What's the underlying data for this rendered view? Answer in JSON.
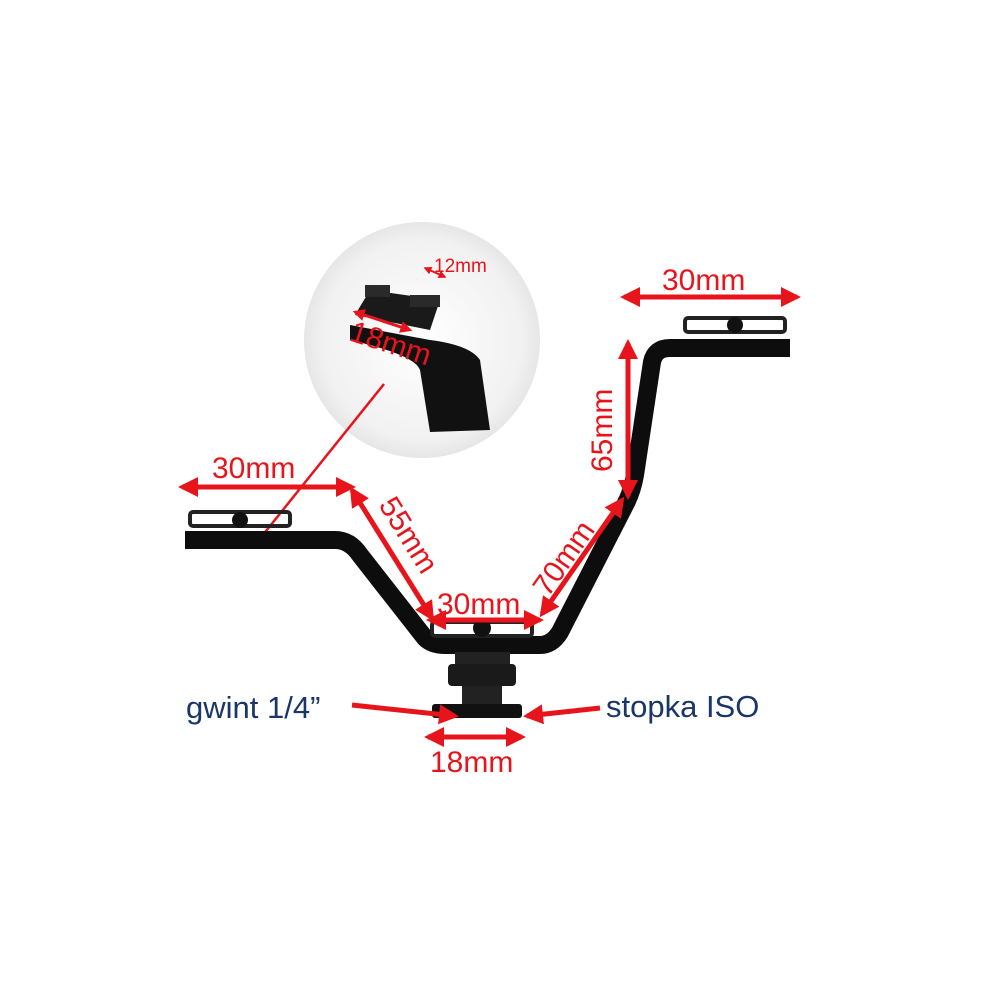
{
  "labels": {
    "top_right_width": "30mm",
    "left_width": "30mm",
    "left_drop": "55mm",
    "bottom_width": "30mm",
    "right_diagonal": "70mm",
    "right_rise": "65mm",
    "base_width": "18mm",
    "thread": "gwint 1/4”",
    "shoe": "stopka ISO",
    "inset_width": "18mm",
    "inset_depth": "12mm"
  },
  "colors": {
    "dimension": "#e8141c",
    "label": "#1a3567",
    "bracket": "#0d0d0d"
  }
}
